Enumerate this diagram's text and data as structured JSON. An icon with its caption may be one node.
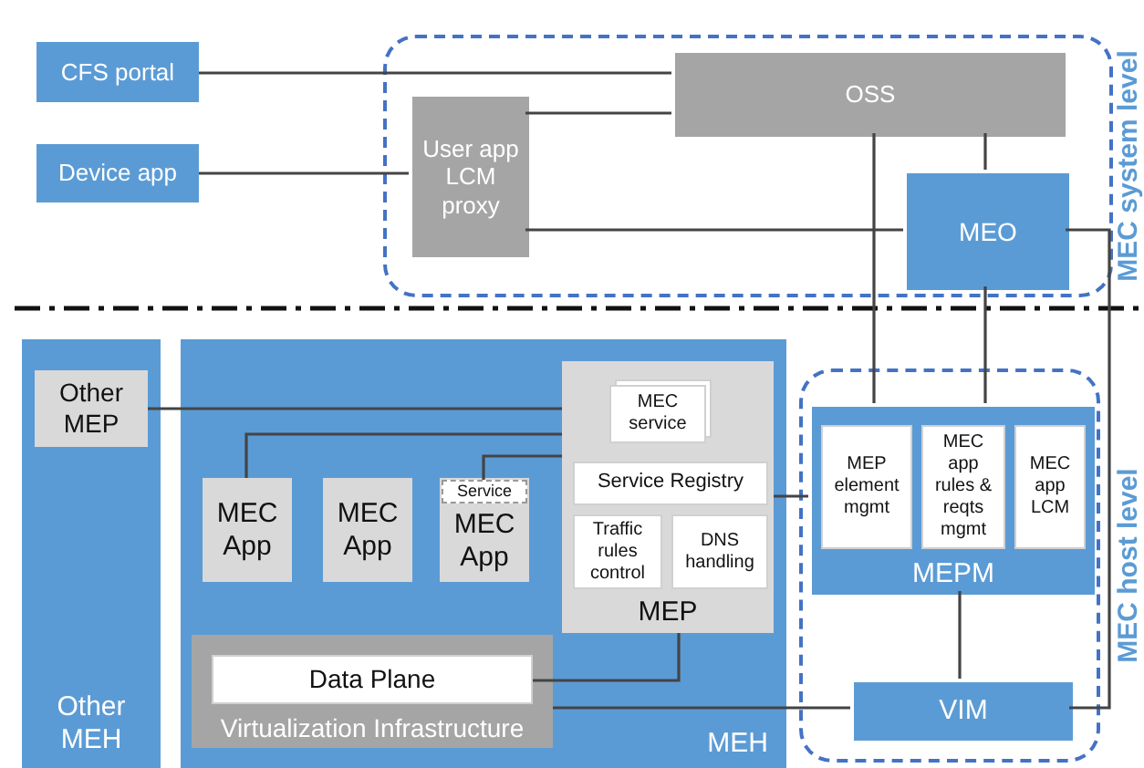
{
  "diagram": {
    "nodes": [
      {
        "text": [
          "CFS portal"
        ]
      },
      {
        "text": [
          "Device app"
        ]
      },
      {
        "text": [
          "MEC system level"
        ]
      },
      {
        "text": [
          "OSS"
        ],
        "in": 2
      },
      {
        "text": [
          "User app LCM proxy"
        ],
        "in": 2
      },
      {
        "text": [
          "MEO"
        ],
        "in": 2
      },
      {
        "text": [
          "Other MEH"
        ]
      },
      {
        "text": [
          "Other MEP"
        ],
        "in": 6
      },
      {
        "text": [
          "MEH"
        ]
      },
      {
        "text": [
          "MEP"
        ],
        "in": 8
      },
      {
        "text": [
          "MEC service"
        ],
        "in": 9
      },
      {
        "text": [
          "Service Registry"
        ],
        "in": 9
      },
      {
        "text": [
          "Traffic rules control"
        ],
        "in": 9
      },
      {
        "text": [
          "DNS handling"
        ],
        "in": 9
      },
      {
        "text": [
          "MEC App"
        ],
        "in": 8
      },
      {
        "text": [
          "MEC App"
        ],
        "in": 8
      },
      {
        "text": [
          "MEC App"
        ],
        "in": 8
      },
      {
        "text": [
          "Service"
        ],
        "in": 16
      },
      {
        "text": [
          "Virtualization Infrastructure"
        ],
        "in": 8
      },
      {
        "text": [
          "Data Plane"
        ],
        "in": 18
      },
      {
        "text": [
          "MEC host level"
        ]
      },
      {
        "text": [
          "MEPM"
        ],
        "in": 20
      },
      {
        "text": [
          "MEP element mgmt"
        ],
        "in": 21
      },
      {
        "text": [
          "MEC app rules & reqts mgmt"
        ],
        "in": 21
      },
      {
        "text": [
          "MEC app LCM"
        ],
        "in": 21
      },
      {
        "text": [
          "VIM"
        ],
        "in": 20
      }
    ],
    "edges": [
      {
        "from": 0,
        "to": 3,
        "arrow": "none"
      },
      {
        "from": 1,
        "to": 4,
        "arrow": "none"
      },
      {
        "from": 4,
        "to": 3,
        "arrow": "none"
      },
      {
        "from": 4,
        "to": 5,
        "arrow": "none"
      },
      {
        "from": 3,
        "to": 5,
        "arrow": "none"
      },
      {
        "from": 3,
        "to": 21,
        "arrow": "none"
      },
      {
        "from": 5,
        "to": 21,
        "arrow": "none"
      },
      {
        "from": 5,
        "to": 25,
        "arrow": "none"
      },
      {
        "from": 7,
        "to": 9,
        "arrow": "none"
      },
      {
        "from": 14,
        "to": 9,
        "arrow": "none"
      },
      {
        "from": 17,
        "to": 9,
        "arrow": "none"
      },
      {
        "from": 9,
        "to": 19,
        "arrow": "none"
      },
      {
        "from": 18,
        "to": 25,
        "arrow": "none"
      },
      {
        "from": 9,
        "to": 21,
        "arrow": "none"
      },
      {
        "from": 21,
        "to": 25,
        "arrow": "none"
      }
    ]
  }
}
